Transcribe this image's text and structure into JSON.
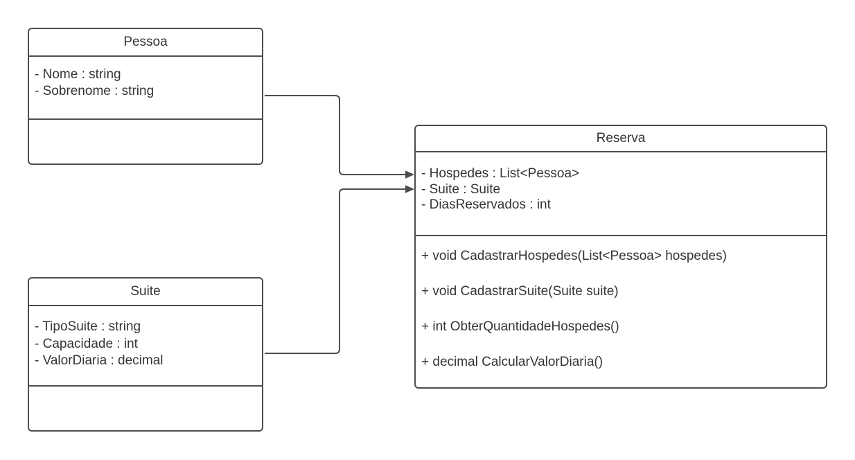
{
  "diagram": {
    "kind": "uml-class-diagram",
    "background_color": "#ffffff",
    "stroke_color": "#4d4d4d",
    "text_color": "#343434",
    "classes": [
      {
        "id": "pessoa",
        "title": "Pessoa",
        "attributes": [
          "- Nome : string",
          "- Sobrenome : string"
        ],
        "methods": []
      },
      {
        "id": "suite",
        "title": "Suite",
        "attributes": [
          "- TipoSuite : string",
          "- Capacidade : int",
          "- ValorDiaria : decimal"
        ],
        "methods": []
      },
      {
        "id": "reserva",
        "title": "Reserva",
        "attributes": [
          "- Hospedes : List<Pessoa>",
          "- Suite : Suite",
          "- DiasReservados : int"
        ],
        "methods": [
          "+ void CadastrarHospedes(List<Pessoa> hospedes)",
          "+ void CadastrarSuite(Suite suite)",
          "+ int ObterQuantidadeHospedes()",
          "+ decimal CalcularValorDiaria()"
        ]
      }
    ],
    "connectors": [
      {
        "from": "Pessoa",
        "to": "Reserva",
        "style": "orthogonal-arrow"
      },
      {
        "from": "Suite",
        "to": "Reserva",
        "style": "orthogonal-arrow"
      }
    ]
  }
}
